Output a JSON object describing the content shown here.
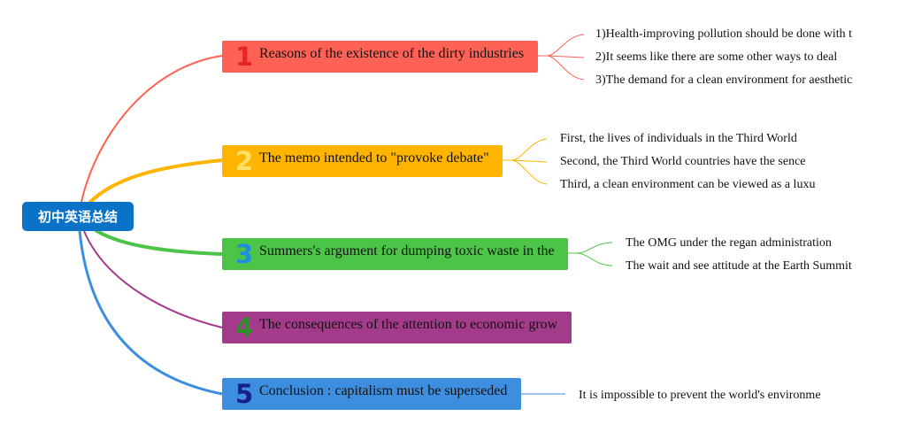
{
  "root": {
    "label": "初中英语总结",
    "color": "#0b73c7"
  },
  "branches": [
    {
      "number": "1",
      "label": "Reasons of the existence of the dirty industries",
      "color": "#ff6254",
      "number_color": "#e8242b",
      "items": [
        "1)Health-improving pollution should be done with t",
        "2)It seems like there are some other ways to deal",
        "3)The demand for a clean environment for aesthetic"
      ]
    },
    {
      "number": "2",
      "label": "The memo intended to \"provoke debate\"",
      "color": "#ffb400",
      "number_color": "#ffe066",
      "items": [
        "First, the lives of individuals in the Third World",
        "Second, the Third World countries have the sence",
        "Third, a clean environment can be viewed as a luxu"
      ]
    },
    {
      "number": "3",
      "label": "Summers's argument for dumping toxic waste in the",
      "color": "#4cc447",
      "number_color": "#1e8fe0",
      "items": [
        "The OMG under the regan administration",
        "The wait and see attitude at the Earth Summit"
      ]
    },
    {
      "number": "4",
      "label": "The consequences of the attention to economic grow",
      "color": "#a43b8a",
      "number_color": "#2f8f2c",
      "items": []
    },
    {
      "number": "5",
      "label": "Conclusion : capitalism must be superseded",
      "color": "#3e8ee0",
      "number_color": "#16208f",
      "items": [
        "It is impossible to prevent the world's environme"
      ]
    }
  ]
}
